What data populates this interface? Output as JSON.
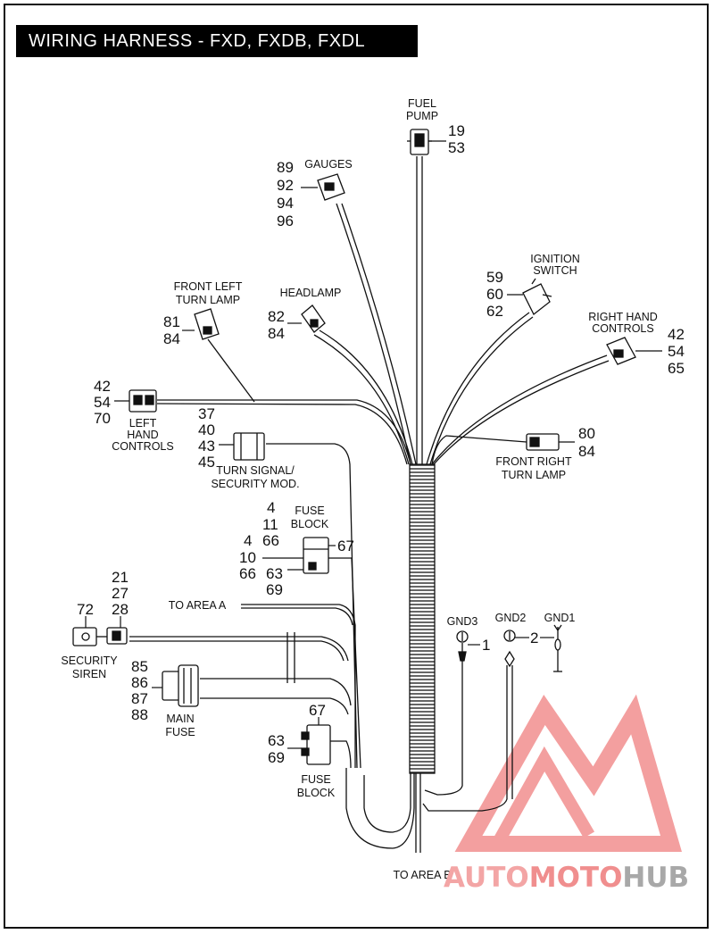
{
  "title": "WIRING HARNESS - FXD, FXDB, FXDL",
  "components": {
    "fuel_pump": {
      "label": [
        "FUEL",
        "PUMP"
      ],
      "refs": [
        "19",
        "53"
      ]
    },
    "gauges": {
      "label": [
        "GAUGES"
      ],
      "refs": [
        "89",
        "92",
        "94",
        "96"
      ]
    },
    "ignition_switch": {
      "label": [
        "IGNITION",
        "SWITCH"
      ],
      "refs": [
        "59",
        "60",
        "62"
      ]
    },
    "right_hand_controls": {
      "label": [
        "RIGHT HAND",
        "CONTROLS"
      ],
      "refs": [
        "42",
        "54",
        "65"
      ]
    },
    "headlamp": {
      "label": [
        "HEADLAMP"
      ],
      "refs": [
        "82",
        "84"
      ]
    },
    "front_left_turn_lamp": {
      "label": [
        "FRONT LEFT",
        "TURN LAMP"
      ],
      "refs": [
        "81",
        "84"
      ]
    },
    "left_hand_controls": {
      "label": [
        "LEFT",
        "HAND",
        "CONTROLS"
      ],
      "refs": [
        "42",
        "54",
        "70"
      ]
    },
    "front_right_turn_lamp": {
      "label": [
        "FRONT RIGHT",
        "TURN LAMP"
      ],
      "refs": [
        "80",
        "84"
      ]
    },
    "turn_signal_module": {
      "label": [
        "TURN SIGNAL/",
        "SECURITY MOD."
      ],
      "refs": [
        "37",
        "40",
        "43",
        "45"
      ]
    },
    "fuse_block_upper": {
      "label": [
        "FUSE",
        "BLOCK"
      ],
      "refs_top": [
        "4",
        "11",
        "66"
      ],
      "ref_right": "67",
      "refs_left": [
        "4",
        "10",
        "66"
      ],
      "refs_bottom": [
        "63",
        "69"
      ]
    },
    "to_area_a": "TO AREA A",
    "security_siren": {
      "label": [
        "SECURITY",
        "SIREN"
      ],
      "ref_siren": "72",
      "refs": [
        "21",
        "27",
        "28"
      ]
    },
    "main_fuse": {
      "label": [
        "MAIN",
        "FUSE"
      ],
      "refs": [
        "85",
        "86",
        "87",
        "88"
      ]
    },
    "fuse_block_lower": {
      "label": [
        "FUSE",
        "BLOCK"
      ],
      "ref_top": "67",
      "refs": [
        "63",
        "69"
      ]
    },
    "grounds": {
      "gnd3": "GND3",
      "gnd2": "GND2",
      "gnd1": "GND1",
      "ref1": "1",
      "ref2": "2"
    },
    "to_area_b": "TO AREA B"
  },
  "watermark": {
    "text_a": "AUTO",
    "text_b": "MOTO",
    "text_c": "HUB",
    "color_a": "#f3a5a5",
    "color_b": "#f08e8e",
    "color_c": "#a8a8a8",
    "logo_color": "#f39a9a"
  }
}
